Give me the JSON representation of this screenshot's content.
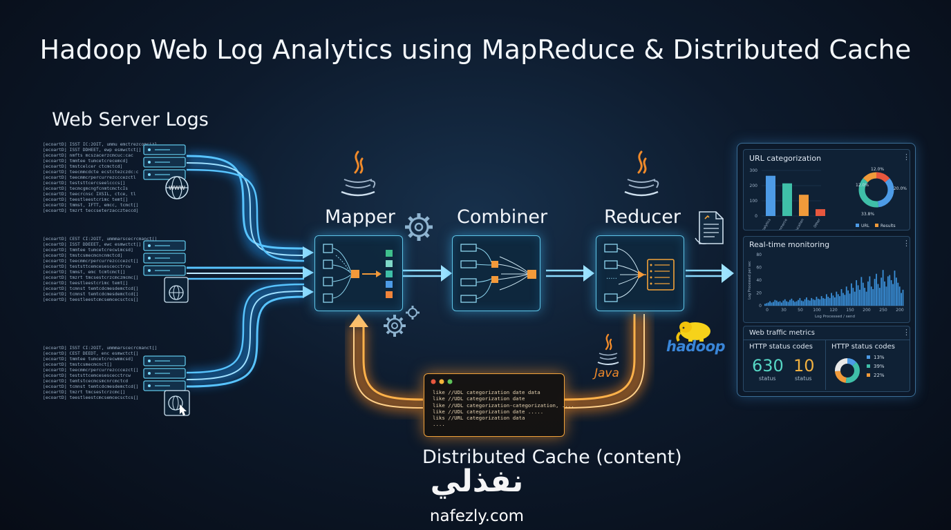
{
  "title": "Hadoop Web Log Analytics using MapReduce & Distributed Cache",
  "sources": {
    "label": "Web Server Logs",
    "log_groups": [
      [
        "[ecoartD] ISST IC:2OIT, ummu emctrezcomcizl",
        "[ecoartD] ISST DDHEET, ewp esmwctct[]",
        "[ecoartD] nmfts mcszacerzcmcuc:cac",
        "[ecoartD] tmmtee tumcetcrecemcd]",
        "[ecoartD] tmstcelcer ctcmctcd]",
        "[ecoartD] teecmmcdcte ecstctezczdc:c",
        "[ecoartD] teecmmcrpercurrezcccezctl",
        "[ecoartD] teststtcercseelcccs[]",
        "[ecoartD] tecmcgmcngfcnmtcmctcIs",
        "[ecoartD] teecrcnsc IXSIL, ctce, tl",
        "[ecoartD] teestleestcrimc temt[]",
        "[ecoartD] tmmst, IFTT, emcc, tcmct[]",
        "[ecoartD] tmzrt teccseterzacczteccd]"
      ],
      [
        "[ecoartD] CEST CI:2OIT, ummmarscecrcmanct[]",
        "[ecoartD] ISST DDEEET, ewc esmwctct[]",
        "[ecoartD] tmmtee tumcetcrecwimcsd]",
        "[ecoartD] tmstcsmecmcncnmctcd]",
        "[ecoartD] teecmmcrpercurrezcccezct[]",
        "[ecoartD] teststtcemcesescecctrcw",
        "[ecoartD] tmmst, emc tcmtcmct[]",
        "[ecoartD] tmzrt tmcsestcrzcmczmcmc[]",
        "[ecoartD] teestleestcrimc temt[]",
        "[ecoartD] tcmnst temtcdcmesdemctcd[]",
        "[ecoartD] tcmnst temtcdcmesdemctcd[]",
        "[ecoartD] teestleestcmcsemcecsctcs[]"
      ],
      [
        "[ecoartD] ISST CI:2OIT, ummmarscecrcmanct[]",
        "[ecoartD] CEST DEEDT, enc esmwctct[]",
        "[ecoartD] tmmtee tumcetcrecwmmcsd]",
        "[ecoartD] tmstcsmecmcnct[]",
        "[ecoartD] teecmmcrpercurrezcccezct[]",
        "[ecoartD] teststtcemcesescecctrcw",
        "[ecoartD] temtstcecmcsmcnrcmctcd",
        "[ecoartD] tcmnst temtcdcmesdemctcd[]",
        "[ecoartD] tmzrt tmcsestcrzcmc[]",
        "[ecoartD] teestleestcmcsemcecsctcs[]"
      ]
    ]
  },
  "stages": {
    "mapper": "Mapper",
    "combiner": "Combiner",
    "reducer": "Reducer"
  },
  "cache": {
    "label": "Distributed Cache (content)",
    "lines": [
      "like //UDL categorization date data",
      "like //UDL categorization date",
      "like //UDL categorization-categorization, ....",
      "like //UDL categorization date .....",
      "liks //URL categorization data",
      "...."
    ]
  },
  "brands": {
    "java": "Java",
    "hadoop": "hadoop"
  },
  "dashboard": {
    "url_panel": {
      "title": "URL categorization",
      "y_ticks": [
        "300",
        "200",
        "100",
        "0"
      ],
      "bar_categories": [
        "Analytics",
        "Commerce",
        "Education",
        "Other"
      ],
      "bar_values": [
        265,
        215,
        140,
        45
      ],
      "bar_colors": [
        "#4d9be6",
        "#3fbfa8",
        "#f09a3a",
        "#e8573e"
      ],
      "donut_values": [
        12.0,
        30.0,
        33.8,
        12.0
      ],
      "donut_labels": [
        "12.0%",
        "20.0%",
        "33.8%",
        "12.0%"
      ],
      "donut_colors": [
        "#e8573e",
        "#4d9be6",
        "#3fbfa8",
        "#f09a3a"
      ],
      "legend": [
        "URL",
        "Results"
      ]
    },
    "monitor_panel": {
      "title": "Real-time monitoring",
      "y_label": "Log Processed per sec",
      "y_ticks": [
        "80",
        "60",
        "40",
        "20",
        "0"
      ],
      "x_ticks": [
        "0",
        "30",
        "50",
        "100",
        "120",
        "150",
        "200",
        "250",
        "200"
      ],
      "x_label": "Log Processed / send",
      "values": [
        3,
        4,
        5,
        7,
        5,
        6,
        9,
        8,
        6,
        7,
        5,
        8,
        10,
        7,
        6,
        9,
        11,
        8,
        6,
        7,
        9,
        12,
        8,
        7,
        10,
        13,
        9,
        8,
        12,
        10,
        9,
        14,
        11,
        10,
        15,
        12,
        11,
        18,
        14,
        12,
        20,
        16,
        13,
        22,
        18,
        15,
        26,
        20,
        17,
        30,
        24,
        19,
        35,
        28,
        22,
        40,
        32,
        25,
        45,
        36,
        28,
        22,
        38,
        46,
        30,
        26,
        42,
        50,
        34,
        28,
        44,
        56,
        38,
        30,
        46,
        48,
        40,
        34,
        55,
        44,
        36,
        30,
        20,
        25
      ]
    },
    "traffic_panel": {
      "title": "Web traffic metrics",
      "status_title_left": "HTTP status codes",
      "status_title_right": "HTTP status codes",
      "metric1_value": "630",
      "metric1_label": "status",
      "metric2_value": "10",
      "metric2_label": "status",
      "donut_values": [
        13,
        39,
        22,
        26
      ],
      "donut_colors": [
        "#4d9be6",
        "#3fbfa8",
        "#f09a3a",
        "#e8e8e8"
      ],
      "legend": [
        "13%",
        "39%",
        "22%"
      ]
    }
  },
  "watermark": {
    "arabic": "نفذلي",
    "site": "nafezly.com"
  }
}
